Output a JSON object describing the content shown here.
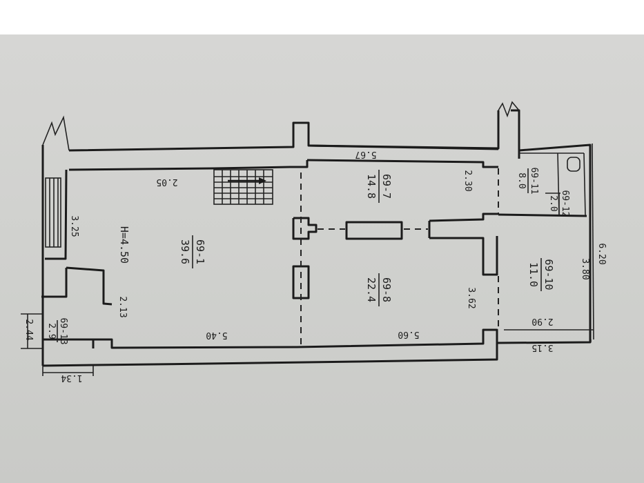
{
  "colors": {
    "ink": "#1b1b1b",
    "paper": "#cfd0cd",
    "border": "#ffffff"
  },
  "rooms": [
    {
      "id": "69-1",
      "area": "39.6"
    },
    {
      "id": "69-7",
      "area": "14.8"
    },
    {
      "id": "69-8",
      "area": "22.4"
    },
    {
      "id": "69-10",
      "area": "11.0"
    },
    {
      "id": "69-11",
      "area": "8.0"
    },
    {
      "id": "69-12",
      "area": "2.0"
    },
    {
      "id": "69-13",
      "area": "2.9"
    }
  ],
  "height_label": "H=4.50",
  "dimensions": {
    "d_2_05": "2.05",
    "d_3_25": "3.25",
    "d_2_13": "2.13",
    "d_5_40": "5.40",
    "d_5_67": "5.67",
    "d_2_30": "2.30",
    "d_3_62": "3.62",
    "d_5_60": "5.60",
    "d_2_90": "2.90",
    "d_3_80": "3.80",
    "d_6_20": "6.20",
    "d_3_15": "3.15",
    "d_2_44": "2.44",
    "d_1_34": "1.34"
  }
}
